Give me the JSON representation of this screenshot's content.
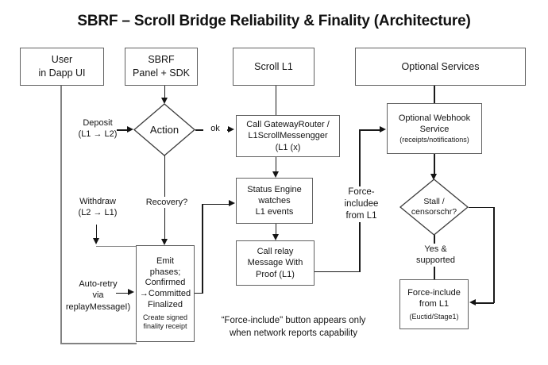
{
  "title": "SBRF – Scroll Bridge Reliability & Finality (Architecture)",
  "colors": {
    "background": "#ffffff",
    "box_border": "#616161",
    "diamond_border": "#3c3c3c",
    "arrow_line": "#1a1a1a",
    "plain_connector": "#828282",
    "text": "#141414"
  },
  "nodes": {
    "user": {
      "label": "User\nin Dapp UI"
    },
    "sbrf_panel": {
      "label": "SBRF\nPanel + SDK"
    },
    "scroll_l1": {
      "label": "Scroll L1"
    },
    "optional_services": {
      "label": "Optional Services"
    },
    "gateway": {
      "label": "Call GatewayRouter /\nL1ScrollMessengger\n(L1 (x)"
    },
    "webhook": {
      "label": "Optional Webhook\nService",
      "sublabel": "(receipts/notifications)"
    },
    "status_engine": {
      "label": "Status Engine\nwatches\nL1 events"
    },
    "relay": {
      "label": "Call relay\nMessage With\nProof (L1)"
    },
    "emit": {
      "label": "Emit\nphases;\nConfirmed\n→Committed\nFinalized",
      "sublabel": "Create signed\nfinality receipt"
    },
    "force_include": {
      "label": "Force-include\nfrom L1",
      "sublabel": "(Euctid/Stage1)"
    },
    "action_decision": {
      "label": "Action"
    },
    "stall_decision": {
      "label": "Stall /\ncensorschr?"
    }
  },
  "edge_labels": {
    "deposit": "Deposit\n(L1 → L2)",
    "ok": "ok",
    "withdraw": "Withdraw\n(L2 → L1)",
    "recovery": "Recovery?",
    "auto_retry": "Auto-retry\nvia\nreplayMessageI)",
    "force_includee": "Force-\nincludee\nfrom L1",
    "yes_supported": "Yes &\nsupported"
  },
  "note": "“Force-include\" button appears only\nwhen network reports capability"
}
